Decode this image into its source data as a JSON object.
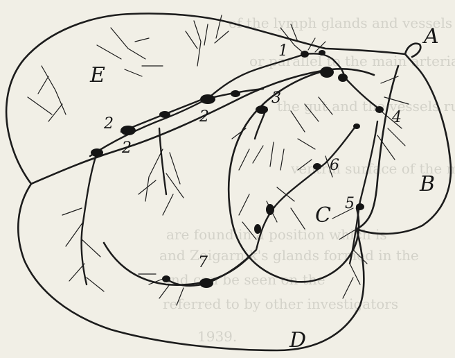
{
  "figure": {
    "region_labels": {
      "A": "A",
      "B": "B",
      "C": "C",
      "D": "D",
      "E": "E"
    },
    "node_labels": {
      "n1": "1",
      "n2a": "2",
      "n2b": "2",
      "n2c": "2",
      "n3": "3",
      "n4": "4",
      "n5": "5",
      "n6": "6",
      "n7": "7"
    },
    "show_through_text": [
      "of the lymph glands and vessels draining the",
      "or parallel to the main arterial supply",
      "the gut and the vessels running",
      "ventral surface of the mesentery",
      "are found in a position which is",
      "and Zeigarnik's glands formed in the",
      "and can be seen on the",
      "referred to by other investigators",
      "1939."
    ]
  },
  "colors": {
    "paper": "#f1efe6",
    "ink": "#1c1c1c"
  }
}
